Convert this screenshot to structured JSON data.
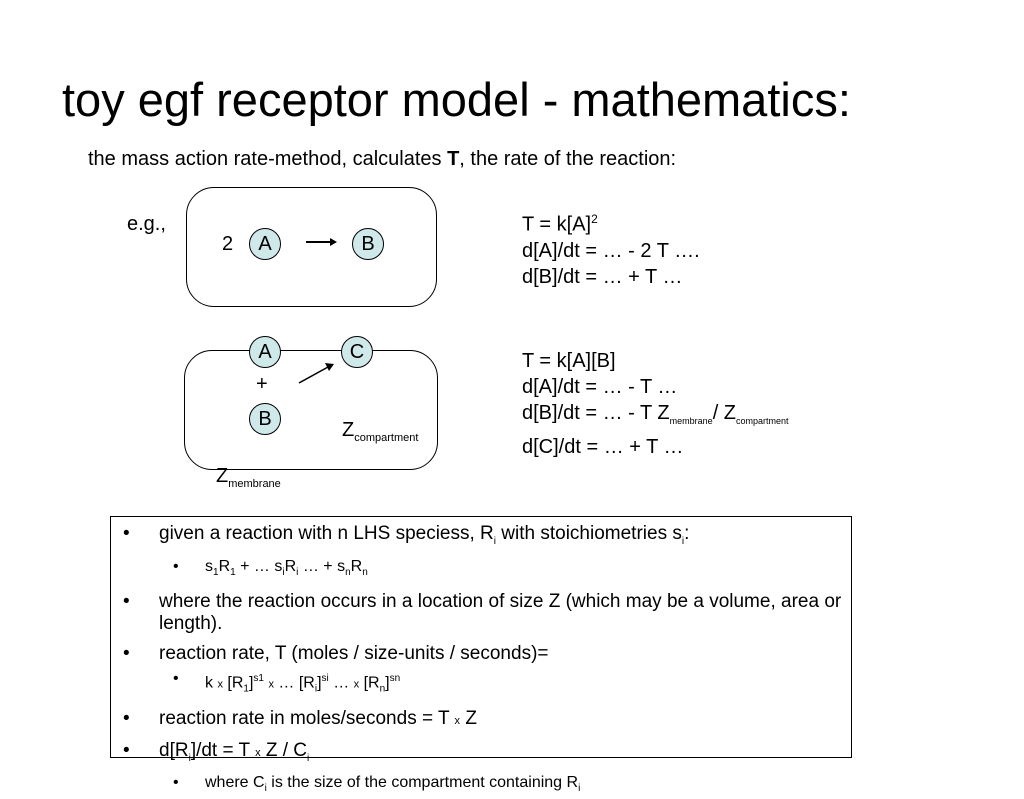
{
  "title": "toy egf receptor model - mathematics:",
  "subtitle": {
    "before": "the mass action rate-method, calculates ",
    "bold": "T",
    "after": ", the rate of the reaction:"
  },
  "eg_label": "e.g.,",
  "diagram1": {
    "coef": "2",
    "node_a": "A",
    "node_b": "B",
    "eq1": {
      "base": "T = k[A]",
      "sup": "2"
    },
    "eq2": "d[A]/dt = … - 2 T ….",
    "eq3": "d[B]/dt = … + T …"
  },
  "diagram2": {
    "node_a": "A",
    "node_b": "B",
    "node_c": "C",
    "plus": "+",
    "z": "Z",
    "compartment": "compartment",
    "membrane": "membrane",
    "eq1": "T = k[A][B]",
    "eq2": "d[A]/dt = … - T …",
    "eq3": {
      "start": "d[B]/dt = … - T Z",
      "mid": "/ Z"
    },
    "eq4": "d[C]/dt = … + T …"
  },
  "bullets": {
    "b1": {
      "t1": "given a reaction with n LHS speciess, R",
      "i": "i",
      "t2": " with stoichiometries s",
      "t3": ":"
    },
    "b1a": {
      "s": "s",
      "r": "R",
      "one": "1",
      "i": "i",
      "n": "n",
      "plus": " + … ",
      "ellipsis": " … + "
    },
    "b2": "where the reaction occurs in a location of size Z (which may be a volume, area or length).",
    "b3": "reaction rate, T (moles / size-units / seconds)=",
    "b3a": {
      "k": "k ",
      "x": "x",
      "sep": " … ",
      "r": "[R",
      "close": "]",
      "s1": "s1",
      "si": "si",
      "sn": "sn",
      "one": "1",
      "i": "i",
      "n": "n"
    },
    "b4": {
      "text": "reaction rate in moles/seconds = T ",
      "x": "x",
      "z": " Z"
    },
    "b5": {
      "start": "d[R",
      "i": "i",
      "mid": "]/dt = T ",
      "x": "x",
      "end": " Z / C"
    },
    "b5a": {
      "start": "where C",
      "i": "i",
      "end": " is the size of the compartment containing R"
    }
  }
}
